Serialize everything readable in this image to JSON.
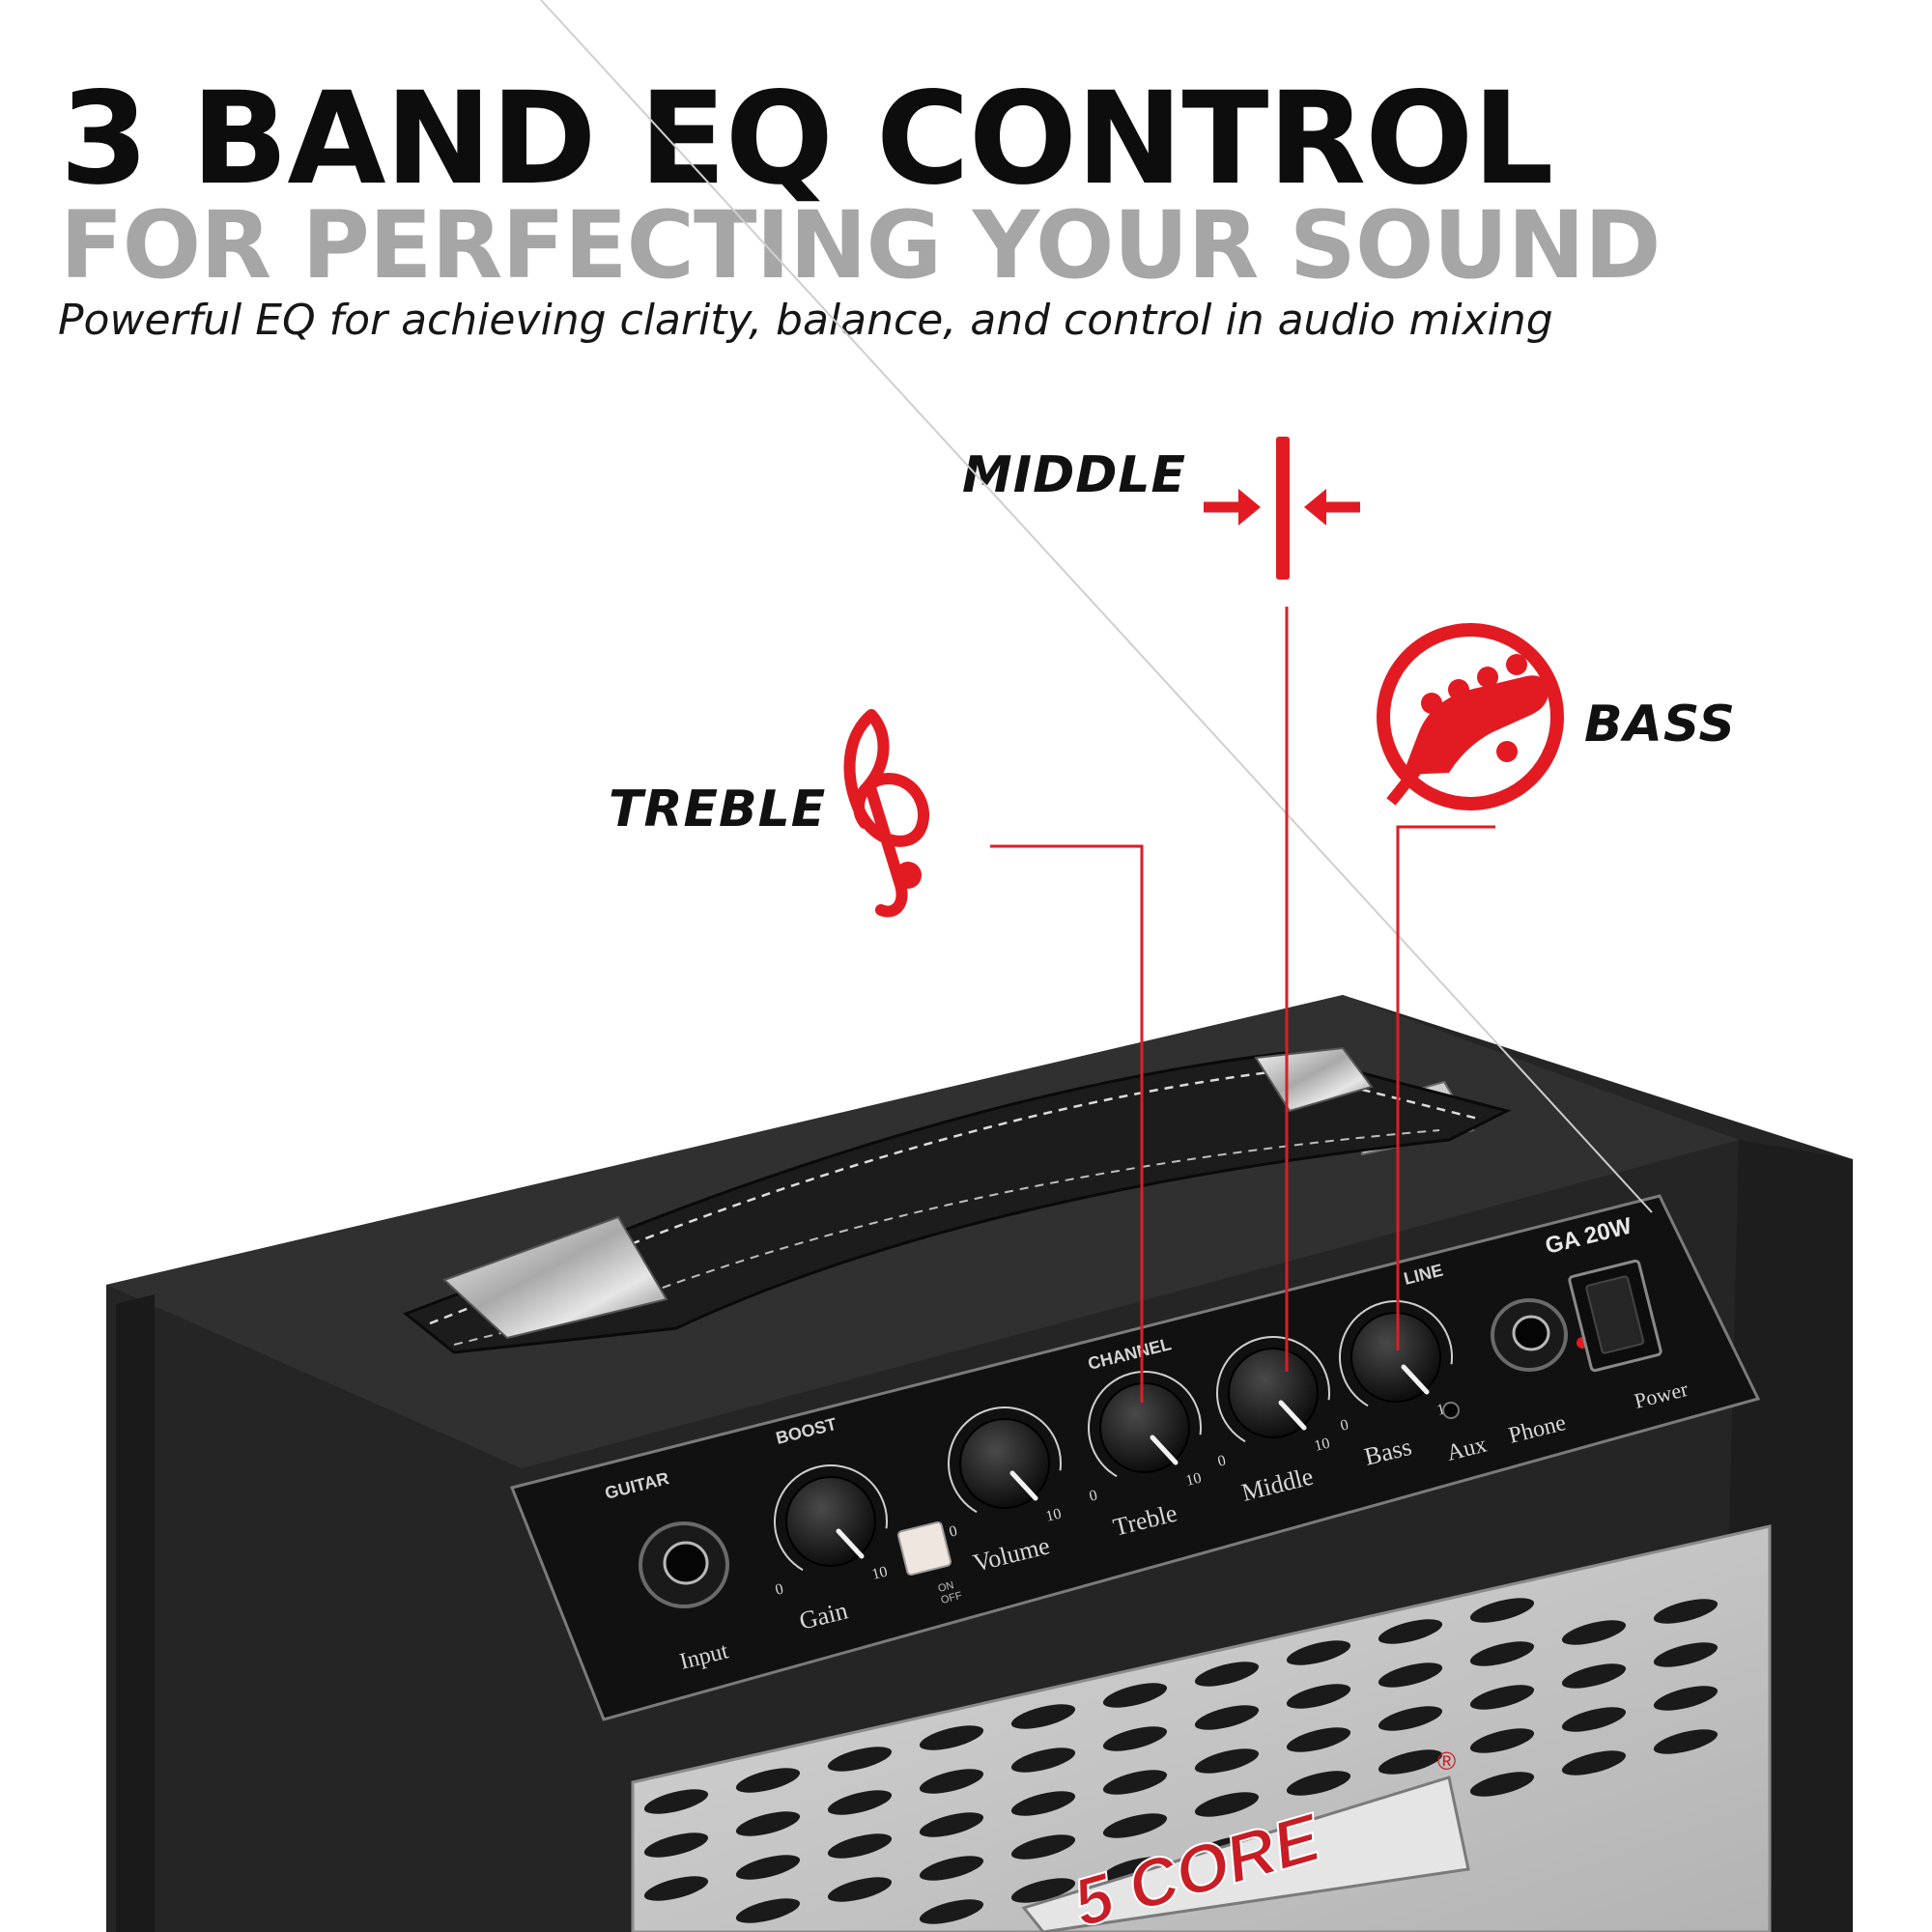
{
  "header": {
    "title": "3 BAND EQ CONTROL",
    "subtitle": "FOR PERFECTING YOUR SOUND",
    "tagline": "Powerful EQ for achieving clarity, balance, and control in audio mixing"
  },
  "callouts": {
    "middle": {
      "label": "MIDDLE",
      "icon": "narrow-band-arrows-icon"
    },
    "bass": {
      "label": "BASS",
      "icon": "bass-headstock-icon"
    },
    "treble": {
      "label": "TREBLE",
      "icon": "treble-clef-icon"
    }
  },
  "colors": {
    "accent": "#e21b23",
    "title": "#0d0d0d",
    "subtitle": "#a6a6a6",
    "amp_body": "#2b2b2b",
    "panel": "#141414",
    "grille": "#c9c9c9"
  },
  "amp": {
    "model": "GA 20W",
    "brand": "5 CORE",
    "registered_mark": "®",
    "sections": {
      "guitar": "GUITAR",
      "boost": "BOOST",
      "channel": "CHANNEL",
      "line": "LINE"
    },
    "switch_labels": {
      "on": "ON",
      "off": "OFF"
    },
    "knobs": [
      {
        "label": "Gain",
        "min": "0",
        "max": "10"
      },
      {
        "label": "Volume",
        "min": "0",
        "max": "10"
      },
      {
        "label": "Treble",
        "min": "0",
        "max": "10"
      },
      {
        "label": "Middle",
        "min": "0",
        "max": "10"
      },
      {
        "label": "Bass",
        "min": "0",
        "max": "10"
      }
    ],
    "jacks": {
      "input": "Input",
      "aux": "Aux",
      "phone": "Phone",
      "power": "Power"
    }
  }
}
